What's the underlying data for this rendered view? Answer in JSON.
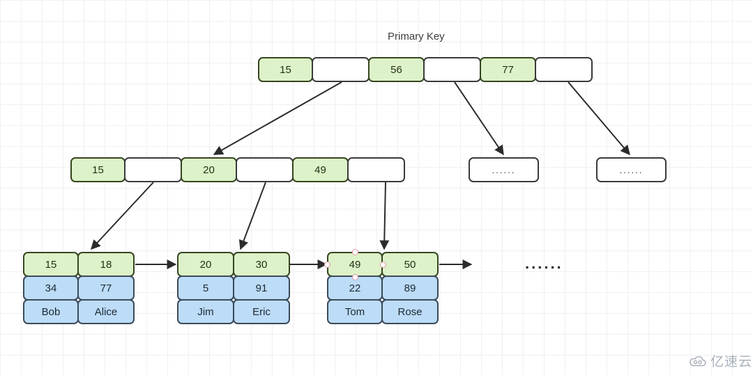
{
  "diagram": {
    "title": "Primary Key",
    "colors": {
      "key_fill": "#ddf2c8",
      "key_border": "#36451f",
      "data_fill": "#bcdcf7",
      "data_border": "#3b4a58",
      "pointer_fill": "#ffffff",
      "pointer_border": "#3a3a3a",
      "edge": "#2b2b2b",
      "handle": "#e39aa4",
      "background": "#ffffff",
      "grid": "#f0f0f2"
    },
    "root": {
      "name": "root-node",
      "cells": [
        {
          "label": "15",
          "kind": "key"
        },
        {
          "label": "",
          "kind": "pointer"
        },
        {
          "label": "56",
          "kind": "key"
        },
        {
          "label": "",
          "kind": "pointer"
        },
        {
          "label": "77",
          "kind": "key"
        },
        {
          "label": "",
          "kind": "pointer"
        }
      ]
    },
    "internal": {
      "name": "internal-node",
      "cells": [
        {
          "label": "15",
          "kind": "key"
        },
        {
          "label": "",
          "kind": "pointer"
        },
        {
          "label": "20",
          "kind": "key"
        },
        {
          "label": "",
          "kind": "pointer"
        },
        {
          "label": "49",
          "kind": "key"
        },
        {
          "label": "",
          "kind": "pointer"
        }
      ]
    },
    "stub_nodes": [
      {
        "label": "......"
      },
      {
        "label": "......"
      }
    ],
    "leaves": [
      {
        "name": "leaf-node-1",
        "keys": [
          "15",
          "18"
        ],
        "values": [
          "34",
          "77"
        ],
        "names": [
          "Bob",
          "Alice"
        ]
      },
      {
        "name": "leaf-node-2",
        "keys": [
          "20",
          "30"
        ],
        "values": [
          "5",
          "91"
        ],
        "names": [
          "Jim",
          "Eric"
        ]
      },
      {
        "name": "leaf-node-3",
        "keys": [
          "49",
          "50"
        ],
        "values": [
          "22",
          "89"
        ],
        "names": [
          "Tom",
          "Rose"
        ],
        "selected_cell": "49"
      }
    ],
    "leaf_trailing_ellipsis": "......"
  },
  "watermark": {
    "text": "亿速云",
    "icon": "cloud-icon"
  }
}
